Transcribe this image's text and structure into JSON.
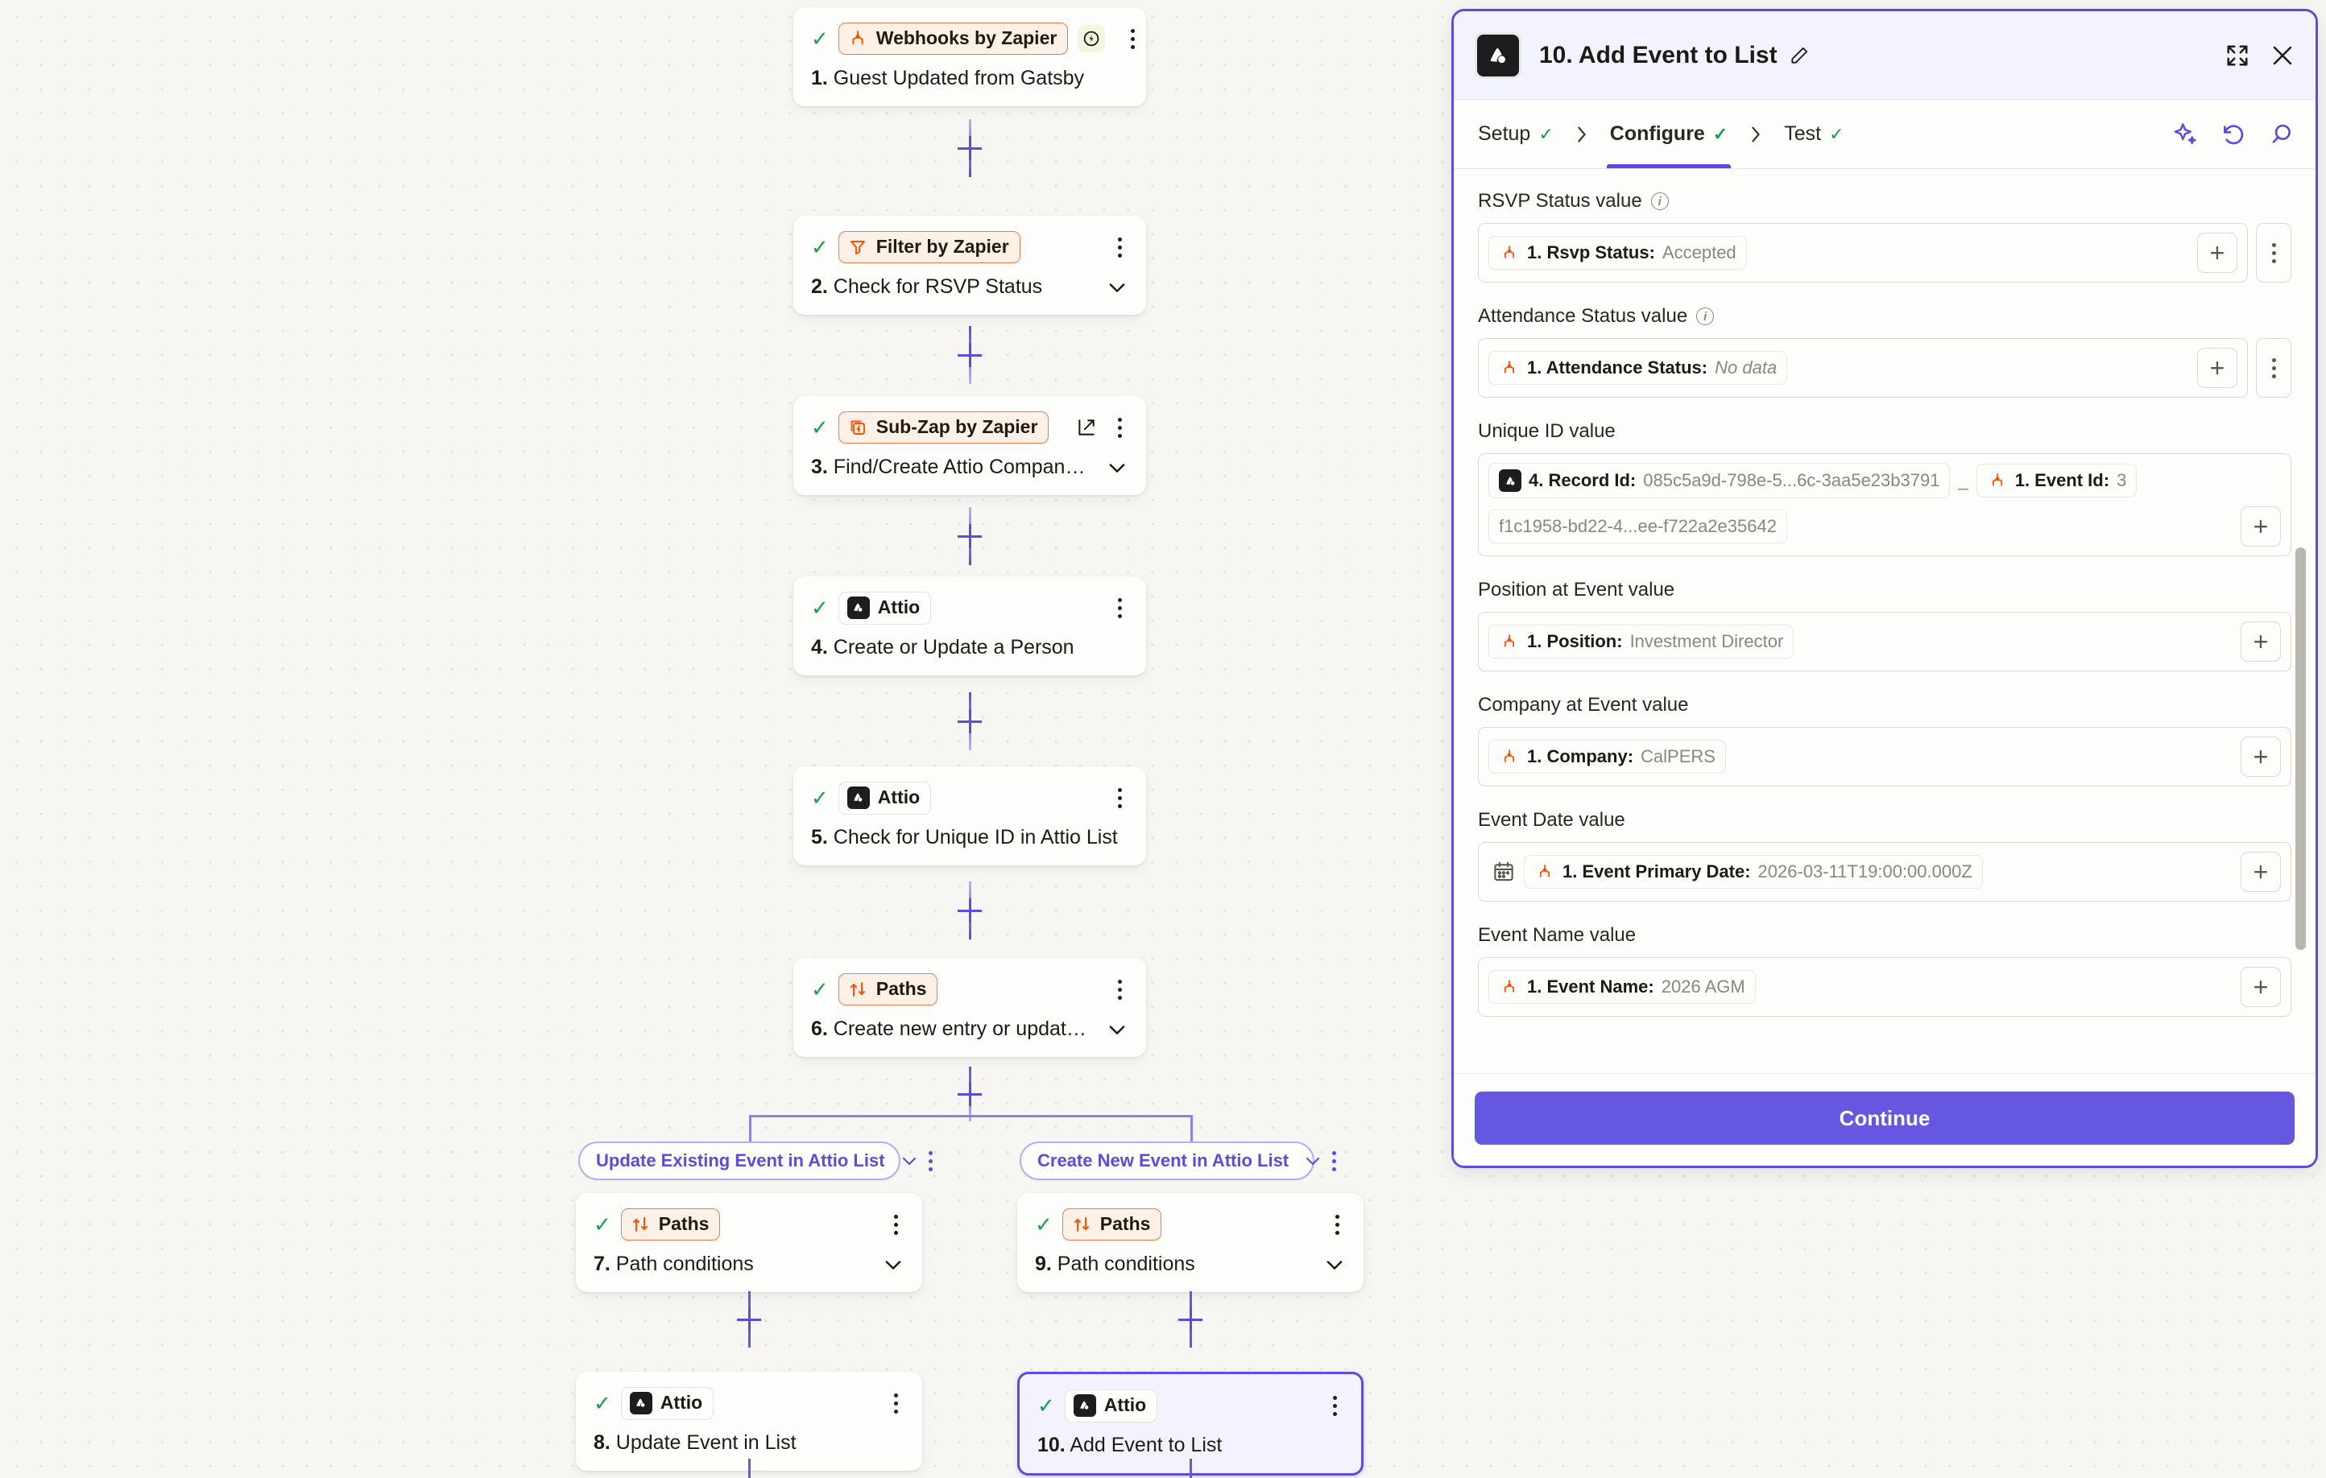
{
  "canvas": {
    "nodes": [
      {
        "id": "n1",
        "check": "✓",
        "app": "Webhooks by Zapier",
        "app_style": "zapier",
        "icon": "zapier-icon",
        "badge": "instant-bolt-badge",
        "step_num": "1.",
        "title": "Guest Updated from Gatsby",
        "has_chevron": false,
        "has_ext_link": false
      },
      {
        "id": "n2",
        "check": "✓",
        "app": "Filter by Zapier",
        "app_style": "zapier",
        "icon": "filter-icon",
        "badge": null,
        "step_num": "2.",
        "title": "Check for RSVP Status",
        "has_chevron": true,
        "has_ext_link": false
      },
      {
        "id": "n3",
        "check": "✓",
        "app": "Sub-Zap by Zapier",
        "app_style": "zapier",
        "icon": "subzap-icon",
        "badge": null,
        "step_num": "3.",
        "title": "Find/Create Attio Company Su...",
        "has_chevron": true,
        "has_ext_link": true
      },
      {
        "id": "n4",
        "check": "✓",
        "app": "Attio",
        "app_style": "plain",
        "icon": "attio-icon",
        "badge": null,
        "step_num": "4.",
        "title": "Create or Update a Person",
        "has_chevron": false,
        "has_ext_link": false
      },
      {
        "id": "n5",
        "check": "✓",
        "app": "Attio",
        "app_style": "plain",
        "icon": "attio-icon",
        "badge": null,
        "step_num": "5.",
        "title": "Check for Unique ID in Attio List",
        "has_chevron": false,
        "has_ext_link": false
      },
      {
        "id": "n6",
        "check": "✓",
        "app": "Paths",
        "app_style": "zapier",
        "icon": "paths-icon",
        "badge": null,
        "step_num": "6.",
        "title": "Create new entry or update one?",
        "has_chevron": true,
        "has_ext_link": false
      }
    ],
    "branches": [
      {
        "pill_label": "Update Existing Event in Attio List",
        "nodes": [
          {
            "id": "n7",
            "check": "✓",
            "app": "Paths",
            "app_style": "zapier",
            "icon": "paths-icon",
            "step_num": "7.",
            "title": "Path conditions",
            "has_chevron": true,
            "selected": false
          },
          {
            "id": "n8",
            "check": "✓",
            "app": "Attio",
            "app_style": "plain",
            "icon": "attio-icon",
            "step_num": "8.",
            "title": "Update Event in List",
            "has_chevron": false,
            "selected": false
          }
        ]
      },
      {
        "pill_label": "Create New Event in Attio List",
        "nodes": [
          {
            "id": "n9",
            "check": "✓",
            "app": "Paths",
            "app_style": "zapier",
            "icon": "paths-icon",
            "step_num": "9.",
            "title": "Path conditions",
            "has_chevron": true,
            "selected": false
          },
          {
            "id": "n10",
            "check": "✓",
            "app": "Attio",
            "app_style": "plain",
            "icon": "attio-icon",
            "step_num": "10.",
            "title": "Add Event to List",
            "has_chevron": false,
            "selected": true
          }
        ]
      }
    ]
  },
  "panel": {
    "header": {
      "app_icon": "attio-icon",
      "title": "10. Add Event to List",
      "edit_icon": "pencil-icon",
      "expand_icon": "expand-icon",
      "close_icon": "close-icon"
    },
    "tabs": [
      {
        "label": "Setup",
        "checked": "✓",
        "active": false
      },
      {
        "label": "Configure",
        "checked": "✓",
        "active": true
      },
      {
        "label": "Test",
        "checked": "✓",
        "active": false
      }
    ],
    "tab_separator": "❯",
    "tab_actions": [
      {
        "icon": "ai-sparkle-icon"
      },
      {
        "icon": "undo-icon"
      },
      {
        "icon": "search-icon"
      }
    ],
    "fields": [
      {
        "label": "RSVP Status value",
        "has_info": true,
        "has_side_kebab": true,
        "has_calendar": false,
        "tokens": [
          {
            "icon": "zapier-icon",
            "label": "1. Rsvp Status:",
            "value": "Accepted",
            "italic": false
          }
        ]
      },
      {
        "label": "Attendance Status value",
        "has_info": true,
        "has_side_kebab": true,
        "has_calendar": false,
        "tokens": [
          {
            "icon": "zapier-icon",
            "label": "1. Attendance Status:",
            "value": "No data",
            "italic": true
          }
        ]
      },
      {
        "label": "Unique ID value",
        "has_info": false,
        "has_side_kebab": false,
        "has_calendar": false,
        "separator": "_",
        "tokens": [
          {
            "icon": "attio-icon",
            "label": "4. Record Id:",
            "value": "085c5a9d-798e-5...6c-3aa5e23b3791",
            "italic": false
          },
          {
            "icon": "zapier-icon",
            "label": "1. Event Id:",
            "value": "3",
            "italic": false
          },
          {
            "icon": null,
            "label": "",
            "value": "f1c1958-bd22-4...ee-f722a2e35642",
            "italic": false
          }
        ]
      },
      {
        "label": "Position at Event value",
        "has_info": false,
        "has_side_kebab": false,
        "has_calendar": false,
        "tokens": [
          {
            "icon": "zapier-icon",
            "label": "1. Position:",
            "value": "Investment Director",
            "italic": false
          }
        ]
      },
      {
        "label": "Company at Event value",
        "has_info": false,
        "has_side_kebab": false,
        "has_calendar": false,
        "tokens": [
          {
            "icon": "zapier-icon",
            "label": "1. Company:",
            "value": "CalPERS",
            "italic": false
          }
        ]
      },
      {
        "label": "Event Date value",
        "has_info": false,
        "has_side_kebab": false,
        "has_calendar": true,
        "tokens": [
          {
            "icon": "zapier-icon",
            "label": "1. Event Primary Date:",
            "value": "2026-03-11T19:00:00.000Z",
            "italic": false
          }
        ]
      },
      {
        "label": "Event Name value",
        "has_info": false,
        "has_side_kebab": false,
        "has_calendar": false,
        "tokens": [
          {
            "icon": "zapier-icon",
            "label": "1. Event Name:",
            "value": "2026 AGM",
            "italic": false
          }
        ]
      }
    ],
    "footer": {
      "continue_label": "Continue"
    }
  },
  "colors": {
    "accent_purple": "#5b4ddb",
    "button_purple": "#6558e0",
    "zapier_orange": "#f07a4b",
    "zapier_chip_bg": "#fdf0e7",
    "check_green": "#1a9e4b",
    "canvas_bg": "#f7f6f3",
    "card_bg": "#fdfdfb",
    "panel_head_bg": "#f3f2ff"
  }
}
